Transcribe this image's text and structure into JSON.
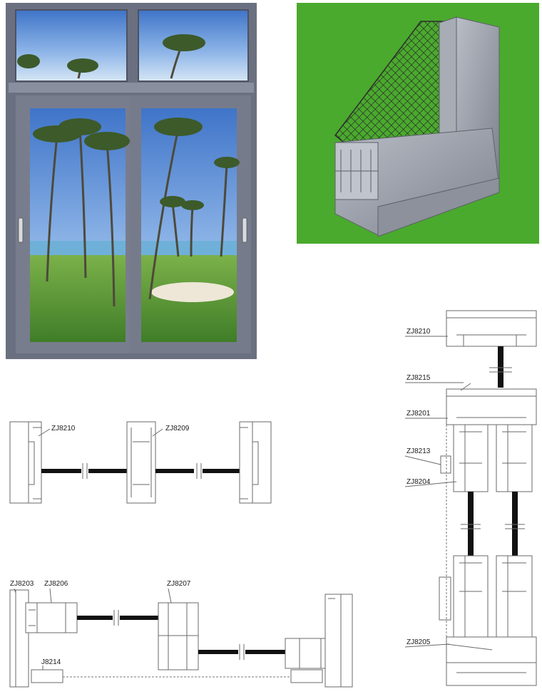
{
  "labels": {
    "top_view": {
      "left_frame": "ZJ8210",
      "interlock": "ZJ8209"
    },
    "side_view": {
      "top_frame": "ZJ8210",
      "transom": "ZJ8215",
      "sash_frame": "ZJ8201",
      "sash_rail": "ZJ8213",
      "interlock": "ZJ8204",
      "bottom_frame": "ZJ8205"
    },
    "bottom_view": {
      "outer_frame": "ZJ8203",
      "fixed_sash": "ZJ8206",
      "sliding_sash": "ZJ8207",
      "track": "J8214"
    }
  },
  "colors": {
    "frame": "#6b7080",
    "frame_highlight": "#8a8fa0",
    "sky": "#7fa9e0",
    "grass": "#5f9a3a",
    "green_backdrop": "#4caf2f",
    "aluminium": "#9ea3ad",
    "line": "#6a6a6a"
  }
}
